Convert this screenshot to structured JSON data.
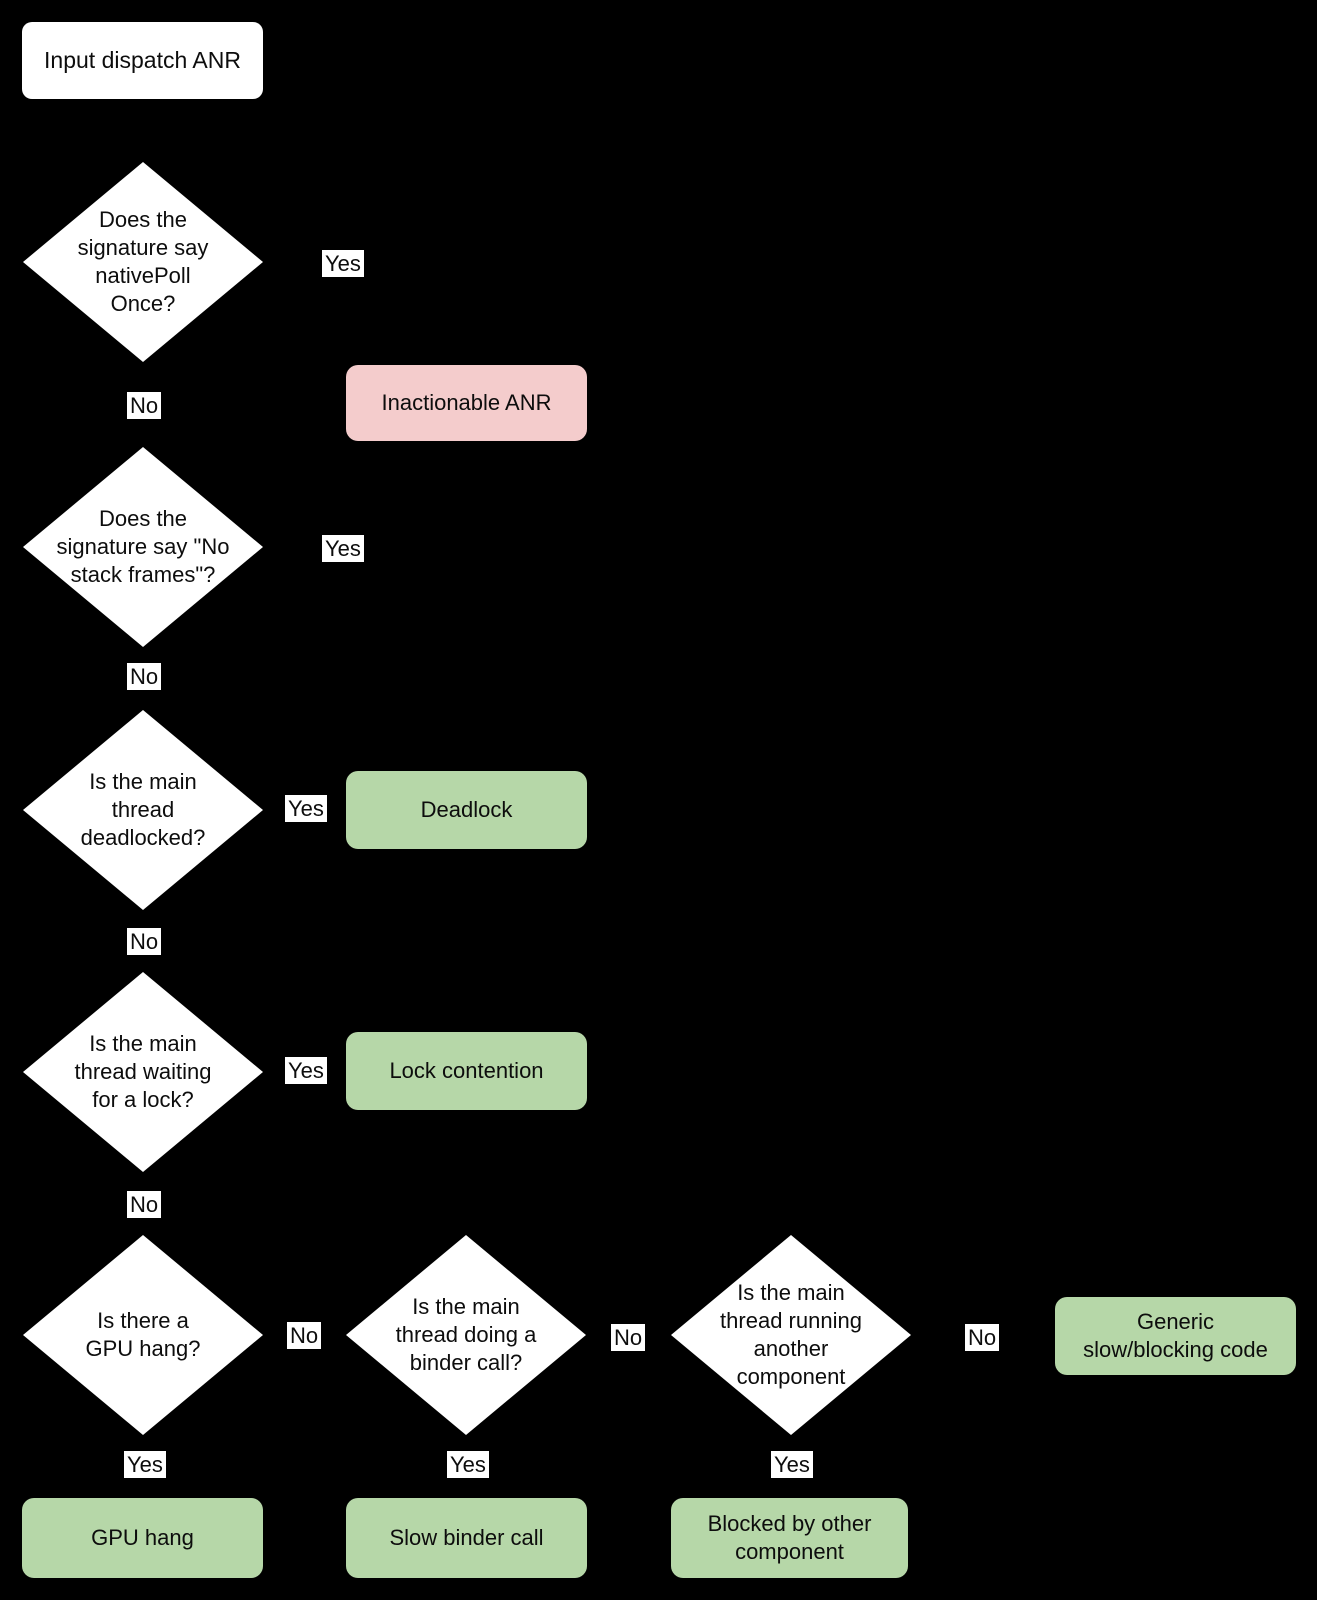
{
  "colors": {
    "background": "#000000",
    "node_fill": "#ffffff",
    "outcome_positive": "#b6d7a8",
    "outcome_negative": "#f4cccc",
    "text": "#0d0d0d"
  },
  "start": {
    "label": "Input dispatch ANR"
  },
  "decisions": {
    "native_poll": {
      "question": "Does the\nsignature say\nnativePoll\nOnce?"
    },
    "no_stack_frames": {
      "question": "Does the\nsignature say \"No\nstack frames\"?"
    },
    "deadlocked": {
      "question": "Is the main\nthread\ndeadlocked?"
    },
    "waiting_lock": {
      "question": "Is the main\nthread waiting\nfor a lock?"
    },
    "gpu_hang": {
      "question": "Is there a\nGPU hang?"
    },
    "binder_call": {
      "question": "Is the main\nthread doing a\nbinder call?"
    },
    "other_component": {
      "question": "Is the main\nthread running\nanother\ncomponent"
    }
  },
  "outcomes": {
    "inactionable": {
      "label": "Inactionable ANR",
      "sentiment": "negative"
    },
    "deadlock": {
      "label": "Deadlock",
      "sentiment": "positive"
    },
    "lock_contention": {
      "label": "Lock contention",
      "sentiment": "positive"
    },
    "generic_slow": {
      "label": "Generic\nslow/blocking code",
      "sentiment": "positive"
    },
    "gpu_hang": {
      "label": "GPU hang",
      "sentiment": "positive"
    },
    "slow_binder": {
      "label": "Slow binder call",
      "sentiment": "positive"
    },
    "blocked_other": {
      "label": "Blocked by other\ncomponent",
      "sentiment": "positive"
    }
  },
  "edge_labels": {
    "native_poll_yes": "Yes",
    "native_poll_no": "No",
    "no_stack_yes": "Yes",
    "no_stack_no": "No",
    "deadlocked_yes": "Yes",
    "deadlocked_no": "No",
    "waiting_lock_yes": "Yes",
    "waiting_lock_no": "No",
    "gpu_no": "No",
    "gpu_yes": "Yes",
    "binder_no": "No",
    "binder_yes": "Yes",
    "other_component_no": "No",
    "other_component_yes": "Yes"
  }
}
